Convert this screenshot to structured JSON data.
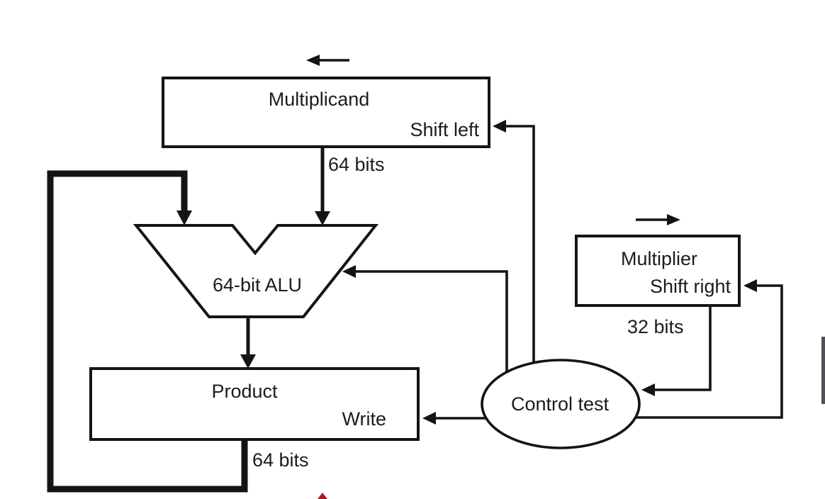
{
  "multiplicand": {
    "label": "Multiplicand",
    "control": "Shift left",
    "bits": "64 bits"
  },
  "alu": {
    "label": "64-bit ALU"
  },
  "product": {
    "label": "Product",
    "control": "Write",
    "bits": "64 bits"
  },
  "multiplier": {
    "label": "Multiplier",
    "control": "Shift right",
    "bits": "32 bits"
  },
  "control_unit": {
    "label": "Control test"
  },
  "colors": {
    "line": "#141414",
    "background": "#ffffff",
    "scan_artifact_red": "#a51b2b",
    "scan_artifact_gray": "#50505a"
  }
}
